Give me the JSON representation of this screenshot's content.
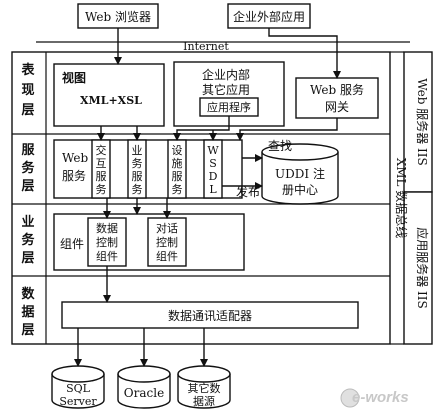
{
  "top": {
    "web_browser": "Web 浏览器",
    "external_app": "企业外部应用",
    "internet": "Internet"
  },
  "layers": {
    "presentation": [
      "表",
      "现",
      "层"
    ],
    "service": [
      "服",
      "务",
      "层"
    ],
    "business": [
      "业",
      "务",
      "层"
    ],
    "data": [
      "数",
      "据",
      "层"
    ]
  },
  "presentation": {
    "view_title": "视图",
    "view_sub": "XML+XSL",
    "internal_app_line1": "企业内部",
    "internal_app_line2": "其它应用",
    "app_program": "应用程序",
    "gateway_line1": "Web 服务",
    "gateway_line2": "网关"
  },
  "service": {
    "web_service_line1": "Web",
    "web_service_line2": "服务",
    "interaction": [
      "交",
      "互",
      "服",
      "务"
    ],
    "business_service": [
      "业",
      "务",
      "服",
      "务"
    ],
    "facility_service": [
      "设",
      "施",
      "服",
      "务"
    ],
    "wsdl": [
      "W",
      "S",
      "D",
      "L"
    ],
    "search": "查找",
    "publish": "发布",
    "uddi_line1": "UDDI 注",
    "uddi_line2": "册中心"
  },
  "business": {
    "component": "组件",
    "data_control": [
      "数据",
      "控制",
      "组件"
    ],
    "dialog_control": [
      "对话",
      "控制",
      "组件"
    ]
  },
  "data": {
    "adapter": "数据通讯适配器",
    "sql_line1": "SQL",
    "sql_line2": "Server",
    "oracle": "Oracle",
    "other_line1": "其它数",
    "other_line2": "据源"
  },
  "right": {
    "web_server": "Web 服务器 IIS",
    "xml_bus": "XML 数据总线",
    "app_server": "应用服务器 IIS"
  },
  "watermark": "e-works"
}
